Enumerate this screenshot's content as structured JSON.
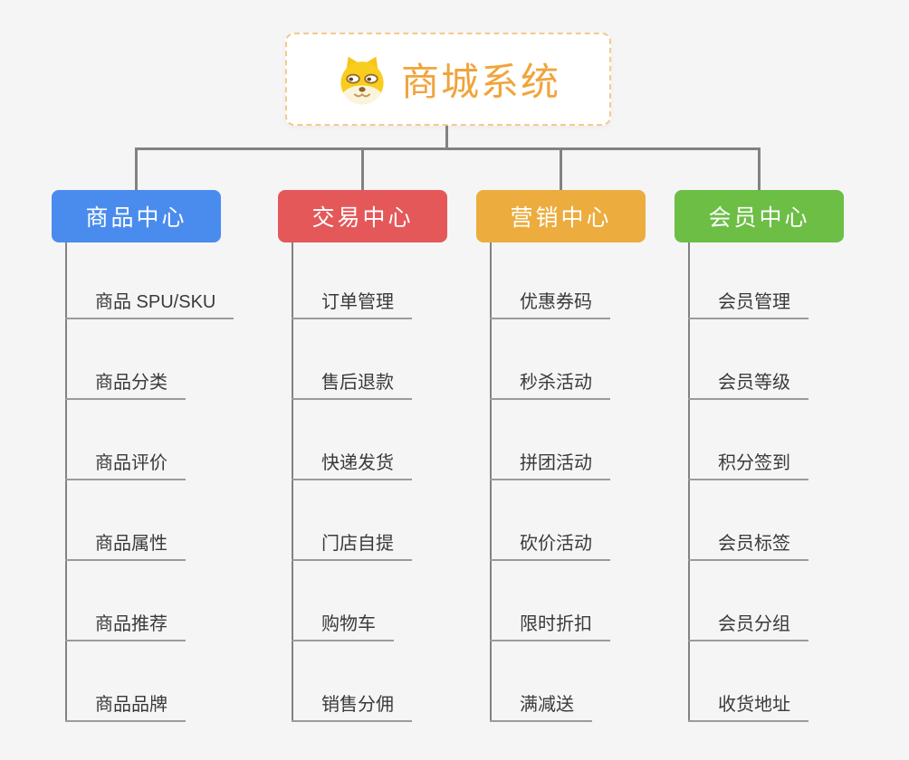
{
  "style": {
    "background": "#f5f5f6",
    "connector_color": "#828282",
    "underline_color": "#9b9b9b",
    "item_text_color": "#3a3a3a",
    "root_text_color": "#f0a43c",
    "root_border_color": "#f5c98e"
  },
  "root": {
    "label": "商城系统",
    "icon": "doge-face-icon"
  },
  "branches": [
    {
      "id": "product-center",
      "label": "商品中心",
      "color": "#4a8cee",
      "children": [
        "商品 SPU/SKU",
        "商品分类",
        "商品评价",
        "商品属性",
        "商品推荐",
        "商品品牌"
      ]
    },
    {
      "id": "trade-center",
      "label": "交易中心",
      "color": "#e4585a",
      "children": [
        "订单管理",
        "售后退款",
        "快递发货",
        "门店自提",
        "购物车",
        "销售分佣"
      ]
    },
    {
      "id": "marketing-center",
      "label": "营销中心",
      "color": "#ecac3e",
      "children": [
        "优惠券码",
        "秒杀活动",
        "拼团活动",
        "砍价活动",
        "限时折扣",
        "满减送"
      ]
    },
    {
      "id": "member-center",
      "label": "会员中心",
      "color": "#6cbe45",
      "children": [
        "会员管理",
        "会员等级",
        "积分签到",
        "会员标签",
        "会员分组",
        "收货地址"
      ]
    }
  ]
}
